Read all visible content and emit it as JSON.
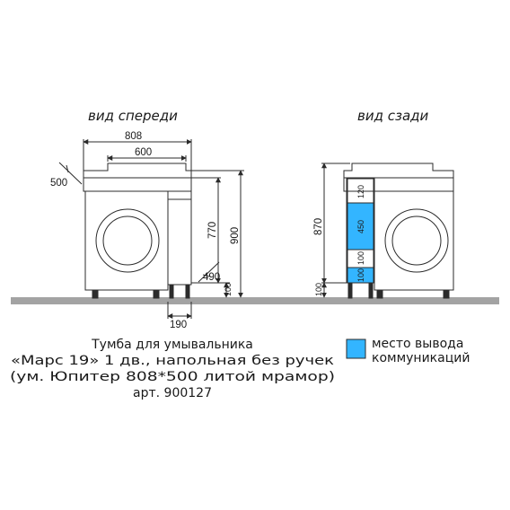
{
  "views": {
    "front_title": "вид спереди",
    "back_title": "вид сзади"
  },
  "front_dims": {
    "width_total": "808",
    "width_sink": "600",
    "depth": "500",
    "height_770": "770",
    "height_900": "900",
    "depth_490": "490",
    "leg_100": "100",
    "width_190": "190"
  },
  "back_dims": {
    "height_870": "870",
    "seg_120": "120",
    "seg_450": "450",
    "seg_100": "100",
    "seg_100b": "100",
    "leg_100": "100"
  },
  "caption": {
    "line1": "Тумба для умывальника",
    "line2": "«Марс 19» 1 дв., напольная без ручек",
    "line3": "(ум. Юпитер 808*500 литой мрамор)",
    "line4": "арт. 900127"
  },
  "legend": {
    "line1": "место вывода",
    "line2": "коммуникаций",
    "swatch_color": "#33b5ff"
  },
  "colors": {
    "floor": "#a3a3a3",
    "line": "#2b2b2b",
    "highlight": "#33b5ff"
  }
}
